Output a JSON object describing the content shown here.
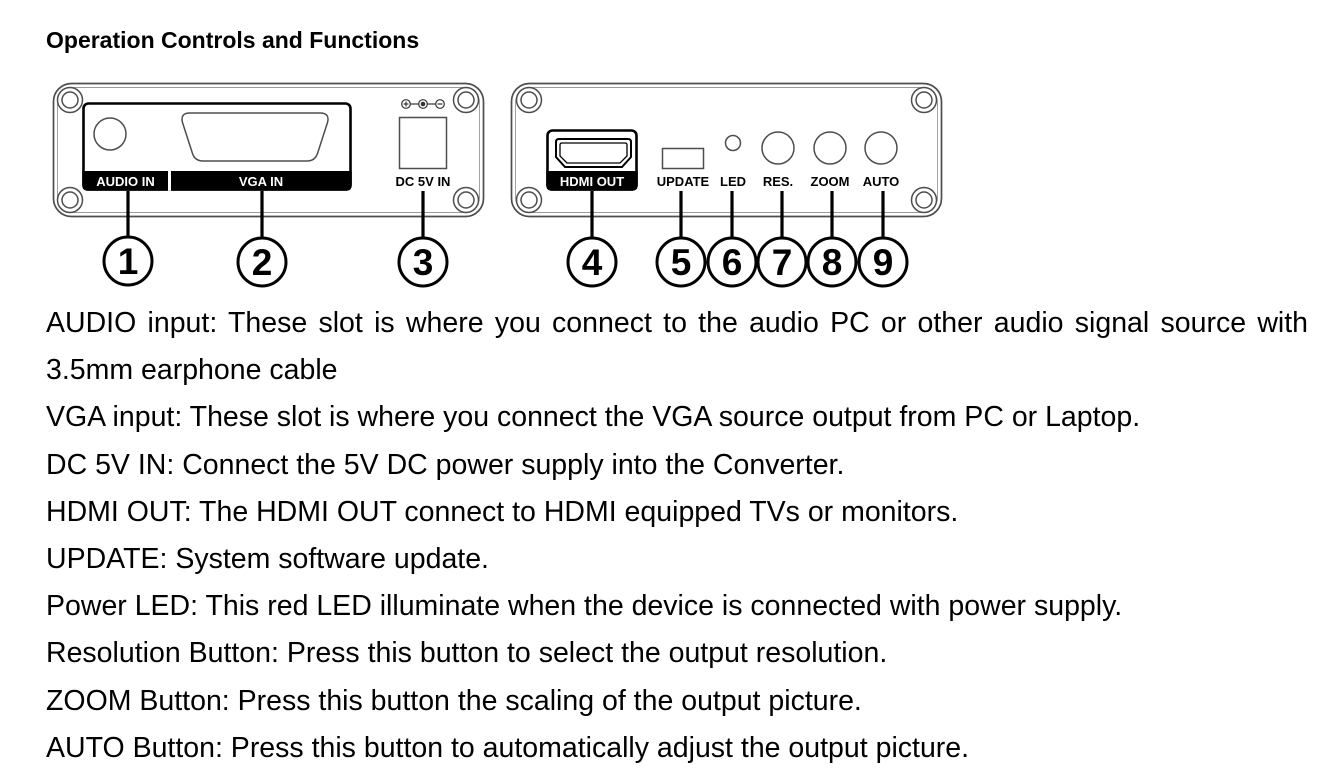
{
  "heading": "Operation Controls and Functions",
  "diagram": {
    "left_panel": {
      "audio_in": "AUDIO IN",
      "vga_in": "VGA IN",
      "dc_in": "DC 5V IN"
    },
    "right_panel": {
      "hdmi_out": "HDMI OUT",
      "update": "UPDATE",
      "led": "LED",
      "res": "RES.",
      "zoom": "ZOOM",
      "auto": "AUTO"
    },
    "callouts": [
      "1",
      "2",
      "3",
      "4",
      "5",
      "6",
      "7",
      "8",
      "9"
    ],
    "icons": {
      "screw": "screw-icon",
      "audio_in": "audio-jack-icon",
      "vga_in": "vga-connector-icon",
      "dc_in": "dc-jack-icon",
      "dc_polarity": "dc-polarity-icon",
      "hdmi_out": "hdmi-port-icon",
      "update": "update-port-icon",
      "led": "led-indicator-icon",
      "res": "round-button-icon",
      "zoom": "round-button-icon",
      "auto": "round-button-icon"
    },
    "colors": {
      "label_strip": "#000000",
      "label_text_on_strip": "#ffffff",
      "outline": "#4d4d4d"
    }
  },
  "descriptions": [
    "AUDIO input: These slot is where you connect to the audio PC or other audio signal source with 3.5mm earphone cable",
    "VGA input: These slot is where you connect the VGA source output from PC or Laptop.",
    "DC 5V IN: Connect the 5V DC power supply into the Converter.",
    "HDMI OUT: The HDMI OUT connect to HDMI equipped TVs or monitors.",
    "UPDATE: System software update.",
    "Power LED: This red LED illuminate when the device is connected with power supply.",
    "Resolution Button: Press this button to select the output resolution.",
    "ZOOM Button: Press this button the scaling of the output picture.",
    "AUTO Button: Press this button to automatically adjust the output picture."
  ]
}
